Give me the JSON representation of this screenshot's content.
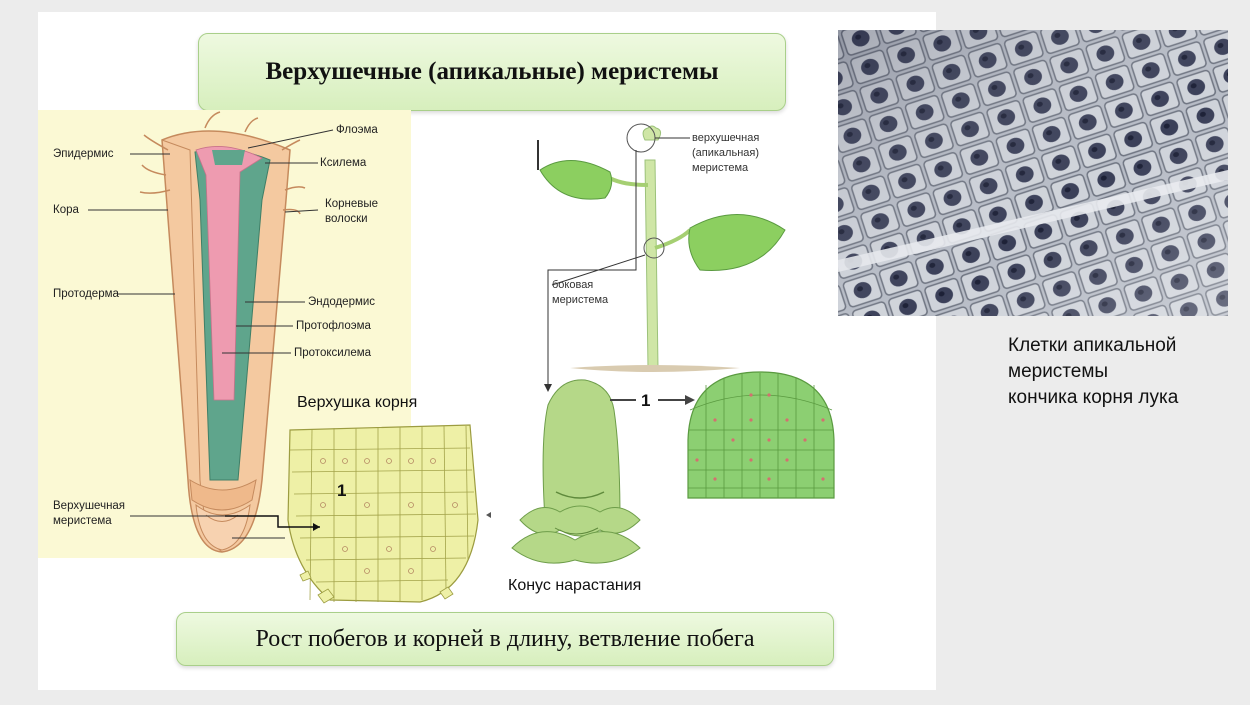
{
  "title": "Верхушечные (апикальные) меристемы",
  "bottom_text": "Рост побегов и корней в длину, ветвление побега",
  "root_labels": {
    "epidermis": "Эпидермис",
    "cortex": "Кора",
    "protoderm": "Протодерма",
    "apical_meristem_line1": "Верхушечная",
    "apical_meristem_line2": "меристема",
    "phloem": "Флоэма",
    "xylem": "Ксилема",
    "root_hairs_line1": "Корневые",
    "root_hairs_line2": "волоски",
    "endodermis": "Эндодермис",
    "protophloem": "Протофлоэма",
    "protoxylem": "Протоксилема"
  },
  "root_tip": {
    "title": "Верхушка корня",
    "number": "1"
  },
  "shoot_labels": {
    "apical_line1": "верхушечная",
    "apical_line2": "(апикальная)",
    "apical_line3": "меристема",
    "lateral_line1": "боковая",
    "lateral_line2": "меристема"
  },
  "growth_cone": {
    "label": "Конус нарастания",
    "arrow_number": "1"
  },
  "photo_caption": {
    "line1": "Клетки апикальной",
    "line2": "меристемы",
    "line3": "кончика корня лука"
  },
  "colors": {
    "banner_fill": "#dff2c8",
    "banner_border": "#a9cf8a",
    "root_panel": "#fbf9d4",
    "root_cortex": "#f4c9a0",
    "root_stele": "#5fa58c",
    "root_pink": "#ee9bb0",
    "cell_yellow": "#eef0a6",
    "meristem_green": "#8ccf72"
  }
}
